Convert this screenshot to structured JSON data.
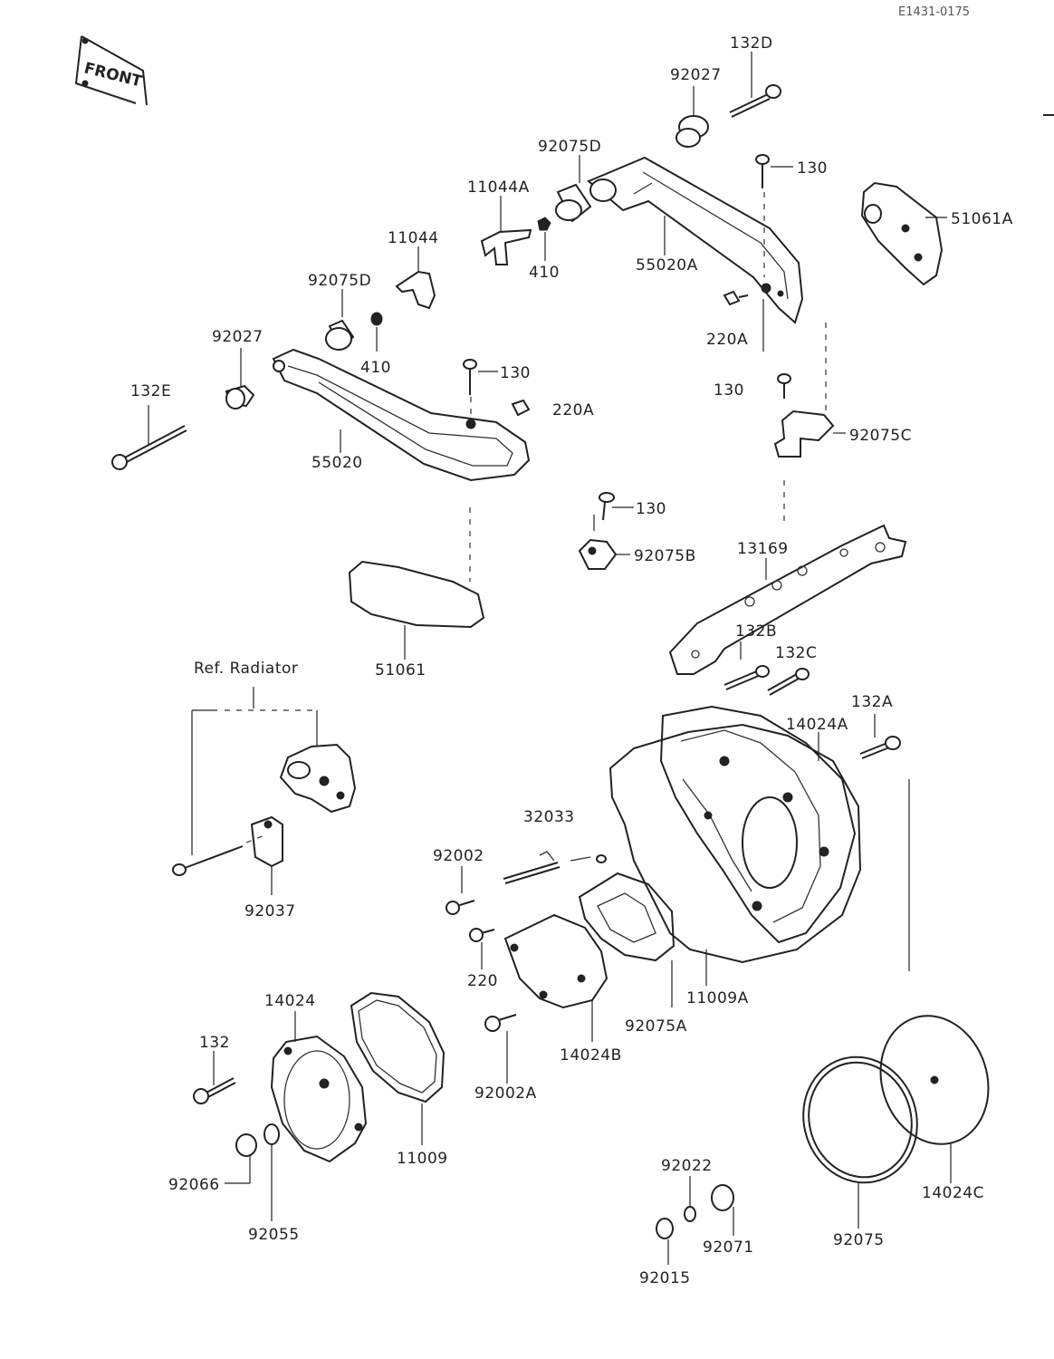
{
  "header": {
    "doc_code": "E1431-0175"
  },
  "front_badge": {
    "text": "FRONT"
  },
  "ref_note": "Ref. Radiator",
  "labels": {
    "p132D": "132D",
    "p92027a": "92027",
    "p92075D": "92075D",
    "p130a": "130",
    "p11044A": "11044A",
    "p51061A": "51061A",
    "p11044": "11044",
    "p410a": "410",
    "p55020A": "55020A",
    "p92075Db": "92075D",
    "p220Aa": "220A",
    "p92027b": "92027",
    "p410b": "410",
    "p130b": "130",
    "p130c": "130",
    "p132E": "132E",
    "p220Ab": "220A",
    "p92075C": "92075C",
    "p55020": "55020",
    "p130d": "130",
    "p92075B": "92075B",
    "p13169": "13169",
    "p132B": "132B",
    "p132C": "132C",
    "p51061": "51061",
    "p132A": "132A",
    "p14024A": "14024A",
    "p32033": "32033",
    "p92002": "92002",
    "p92037": "92037",
    "p220": "220",
    "p11009A": "11009A",
    "p14024": "14024",
    "p92075A": "92075A",
    "p132": "132",
    "p14024B": "14024B",
    "p92002A": "92002A",
    "p11009": "11009",
    "p92066": "92066",
    "p92022": "92022",
    "p14024C": "14024C",
    "p92055": "92055",
    "p92071": "92071",
    "p92075": "92075",
    "p92015": "92015"
  }
}
